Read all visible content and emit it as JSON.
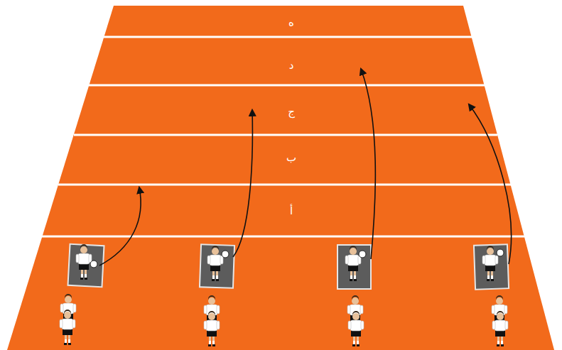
{
  "diagram": {
    "labels": [
      "ه",
      "د",
      "ج",
      "ب",
      "أ"
    ]
  }
}
